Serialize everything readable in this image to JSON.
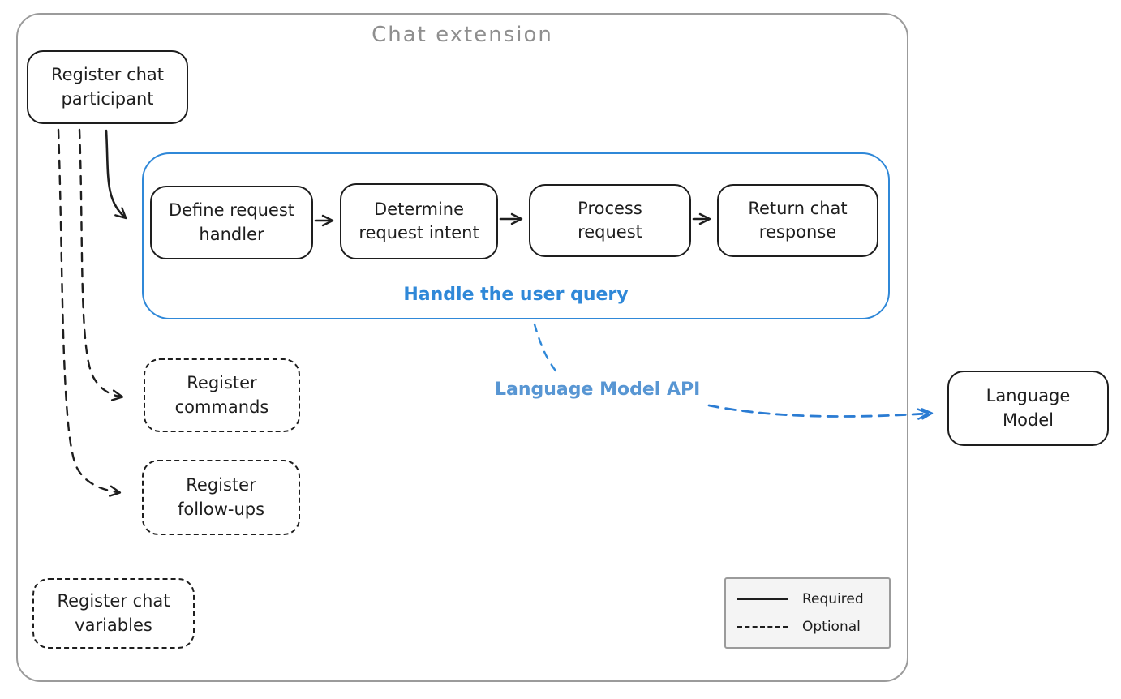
{
  "diagram": {
    "title": "Chat extension",
    "nodes": {
      "register_chat_participant": "Register chat\nparticipant",
      "define_request_handler": "Define request\nhandler",
      "determine_request_intent": "Determine\nrequest intent",
      "process_request": "Process\nrequest",
      "return_chat_response": "Return chat\nresponse",
      "register_commands": "Register\ncommands",
      "register_follow_ups": "Register\nfollow-ups",
      "register_chat_variables": "Register chat\nvariables",
      "language_model": "Language\nModel"
    },
    "labels": {
      "handle_user_query": "Handle the user query",
      "language_model_api": "Language Model API"
    },
    "legend": {
      "required": "Required",
      "optional": "Optional"
    },
    "colors": {
      "ink": "#1e1e1e",
      "frame_gray": "#9b9b9b",
      "title_gray": "#8f8f8f",
      "blue": "#2f88d8",
      "api_label_blue": "#5896d3",
      "arrow_blue": "#2b7cd3",
      "legend_background": "#f4f4f4"
    }
  }
}
